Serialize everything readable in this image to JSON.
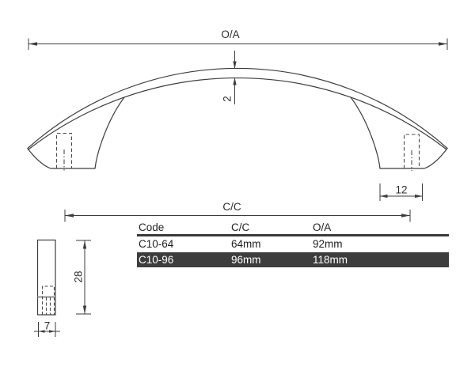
{
  "front_view": {
    "labels": {
      "overall": "O/A",
      "rise": "2",
      "foot_depth": "12",
      "centres": "C/C"
    }
  },
  "side_view": {
    "labels": {
      "height": "28",
      "width": "7"
    }
  },
  "spec_table": {
    "headers": {
      "code": "Code",
      "cc": "C/C",
      "oa": "O/A"
    },
    "rows": [
      {
        "code": "C10-64",
        "cc": "64mm",
        "oa": "92mm",
        "highlighted": false
      },
      {
        "code": "C10-96",
        "cc": "96mm",
        "oa": "118mm",
        "highlighted": true
      }
    ]
  },
  "colors": {
    "line": "#3c3c3c",
    "text": "#2d2d2d",
    "highlight_row_bg": "#3d3d3d",
    "highlight_row_text": "#ffffff",
    "side_view_insert_line": "#9b9b9b"
  }
}
